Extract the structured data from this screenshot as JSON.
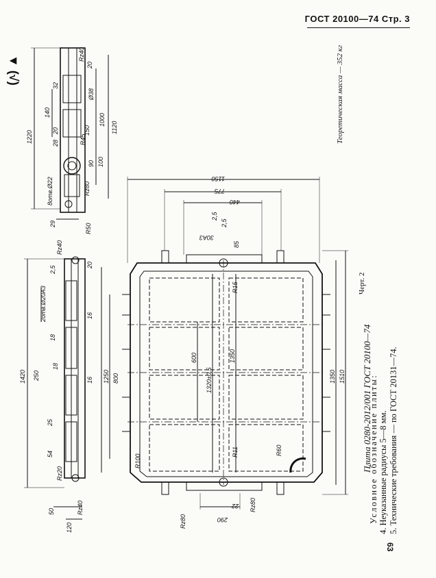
{
  "header": {
    "standard": "ГОСТ 20100—74",
    "page_label": "Стр. 3"
  },
  "page_number": "63",
  "mass_note": "Теоретическая масса — 352 кг",
  "figure_caption": "Черт. 2",
  "plate_designation": "Плита 0280-2012/001 ГОСТ 20100—74",
  "condition_label": "Условное обозначение плиты:",
  "notes": [
    "4. Неуказанные радиусы 5—8 мм.",
    "5. Технические требования — по ГОСТ 20131—74."
  ],
  "roughness_symbol": "▼ (√)",
  "dimensions": {
    "top_view": [
      "1220",
      "140",
      "20",
      "28",
      "32",
      "Rz40",
      "20",
      "Ø38",
      "150",
      "1000",
      "1120",
      "R45",
      "90",
      "100",
      "8отв.Ø22",
      "Rz80",
      "R50",
      "29"
    ],
    "side_view": [
      "1420",
      "250",
      "2отв.Ø20А3",
      "18",
      "18",
      "25",
      "54",
      "Rz40",
      "Rz20",
      "20",
      "16",
      "16",
      "1250",
      "800",
      "50",
      "120",
      "Rz40",
      "2,5"
    ],
    "plan_view": [
      "1150",
      "775",
      "440",
      "2,5",
      "2,5",
      "30А3",
      "85",
      "R15",
      "600",
      "1320±0,5",
      "1350",
      "1350",
      "1510",
      "R100",
      "R11",
      "R60",
      "22",
      "Rz80",
      "290",
      "Rz80"
    ]
  },
  "colors": {
    "ink": "#111111",
    "paper": "#fbfbf8"
  }
}
